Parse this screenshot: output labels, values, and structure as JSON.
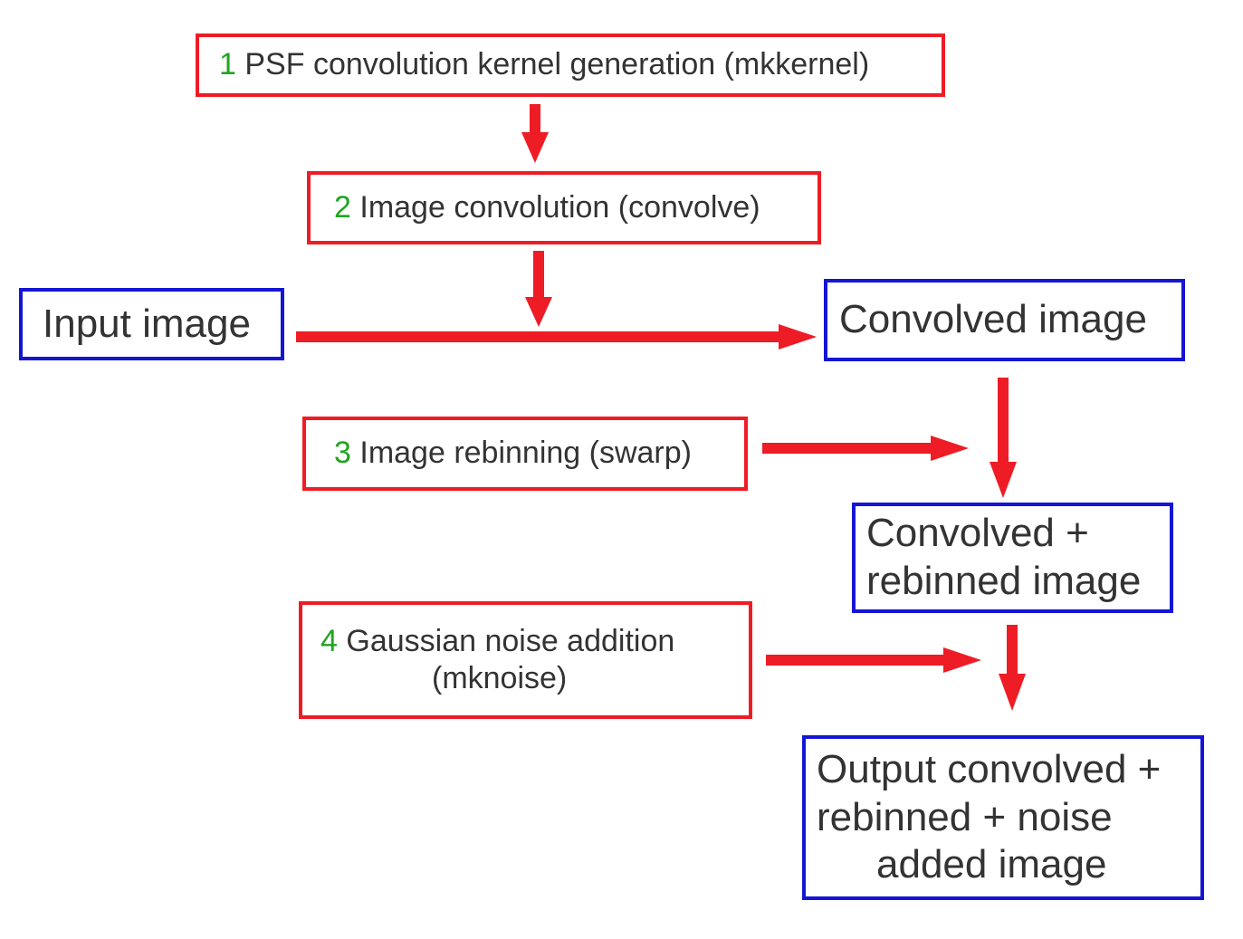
{
  "colors": {
    "process_border": "#ee1c25",
    "data_border": "#1515d4",
    "arrow": "#ee1c25",
    "step_number": "#1fa51f",
    "text": "#333333"
  },
  "steps": [
    {
      "number": "1",
      "label": "PSF convolution kernel generation (mkkernel)"
    },
    {
      "number": "2",
      "label": "Image convolution (convolve)"
    },
    {
      "number": "3",
      "label": "Image rebinning (swarp)"
    },
    {
      "number": "4",
      "label": "Gaussian noise addition",
      "label_line2": "(mknoise)"
    }
  ],
  "images": {
    "input": "Input image",
    "convolved": "Convolved image",
    "rebinned_line1": "Convolved +",
    "rebinned_line2": "rebinned image",
    "output_line1": "Output convolved +",
    "output_line2": "rebinned + noise",
    "output_line3": "added image"
  }
}
